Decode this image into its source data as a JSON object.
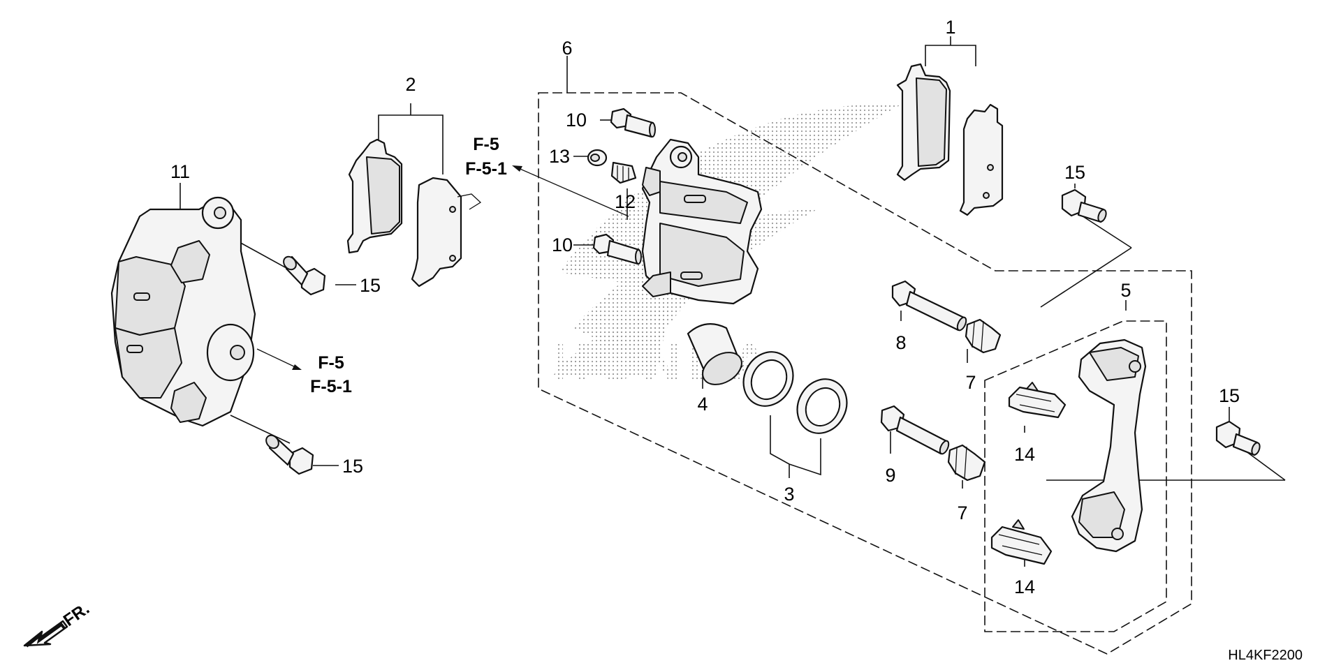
{
  "callouts": {
    "c1": "1",
    "c2": "2",
    "c3": "3",
    "c4": "4",
    "c5": "5",
    "c6": "6",
    "c7a": "7",
    "c7b": "7",
    "c8": "8",
    "c9": "9",
    "c10a": "10",
    "c10b": "10",
    "c11": "11",
    "c12": "12",
    "c13": "13",
    "c14a": "14",
    "c14b": "14",
    "c15a": "15",
    "c15b": "15",
    "c15c": "15",
    "c15d": "15"
  },
  "fig_refs": {
    "top_line1": "F-5",
    "top_line2": "F-5-1",
    "left_line1": "F-5",
    "left_line2": "F-5-1"
  },
  "front_marker": "FR.",
  "diagram_code": "HL4KF2200",
  "watermark_text": "HONDA"
}
